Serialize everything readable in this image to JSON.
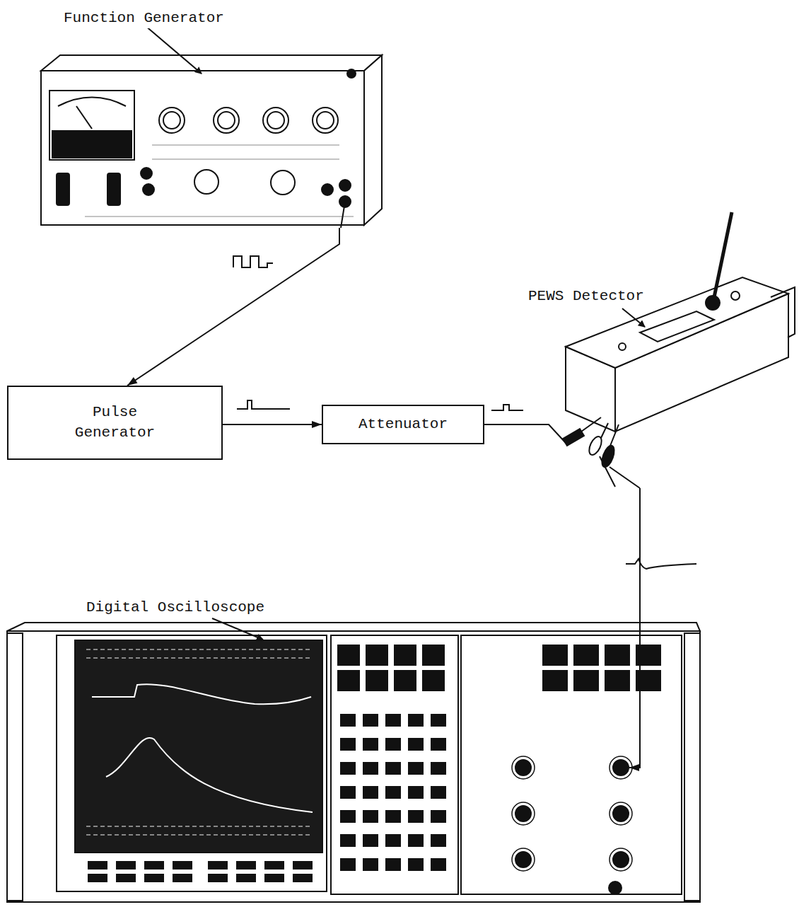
{
  "diagram": {
    "nodes": [
      {
        "text": [
          "Function Generator"
        ]
      },
      {
        "text": [
          "Pulse Generator"
        ]
      },
      {
        "text": [
          "Attenuator"
        ]
      },
      {
        "text": [
          "PEWS Detector"
        ]
      },
      {
        "text": [
          "Digital Oscilloscope"
        ]
      }
    ],
    "edges": [
      {
        "from": 0,
        "to": 1,
        "arrow": "to"
      },
      {
        "from": 1,
        "to": 2,
        "arrow": "to"
      },
      {
        "from": 2,
        "to": 3,
        "arrow": "none"
      },
      {
        "from": 3,
        "to": 4,
        "arrow": "to"
      }
    ]
  }
}
